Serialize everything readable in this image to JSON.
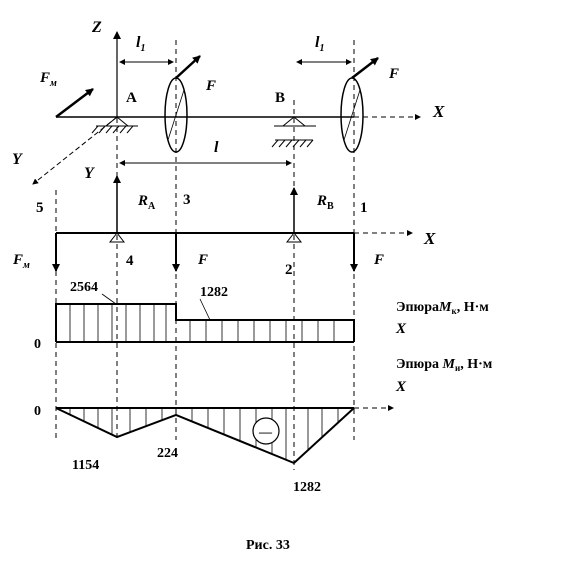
{
  "labels": {
    "z_axis": "Z",
    "x_axis_top": "X",
    "x_axis_beam": "X",
    "y_axis_1": "Y",
    "y_axis_2": "Y",
    "l1_left": "l",
    "l1_left_sub": "1",
    "l1_right": "l",
    "l1_right_sub": "1",
    "span_l": "l",
    "support_a": "A",
    "support_b": "B",
    "force_fm_top": "F",
    "force_fm_top_sub": "м",
    "force_f_left_top": "F",
    "force_f_right_top": "F",
    "reaction_a": "R",
    "reaction_a_sub": "A",
    "reaction_b": "R",
    "reaction_b_sub": "B",
    "point_5": "5",
    "point_3": "3",
    "point_1": "1",
    "point_4": "4",
    "point_2": "2",
    "force_fm_beam": "F",
    "force_fm_beam_sub": "м",
    "force_f_beam_left": "F",
    "force_f_beam_right": "F"
  },
  "torque_diagram": {
    "title_prefix": "Эпюра",
    "title_symbol": "M",
    "title_sub": "к",
    "title_unit": ", Н·м",
    "axis_label": "X",
    "zero_label": "0",
    "value_left": "2564",
    "value_right": "1282"
  },
  "bending_diagram": {
    "title_prefix": "Эпюра ",
    "title_symbol": "M",
    "title_sub": "и",
    "title_unit": ", Н·м",
    "axis_label": "X",
    "zero_label": "0",
    "value_1": "1154",
    "value_2": "224",
    "value_3": "1282",
    "sign": "—"
  },
  "caption": "Рис. 33"
}
